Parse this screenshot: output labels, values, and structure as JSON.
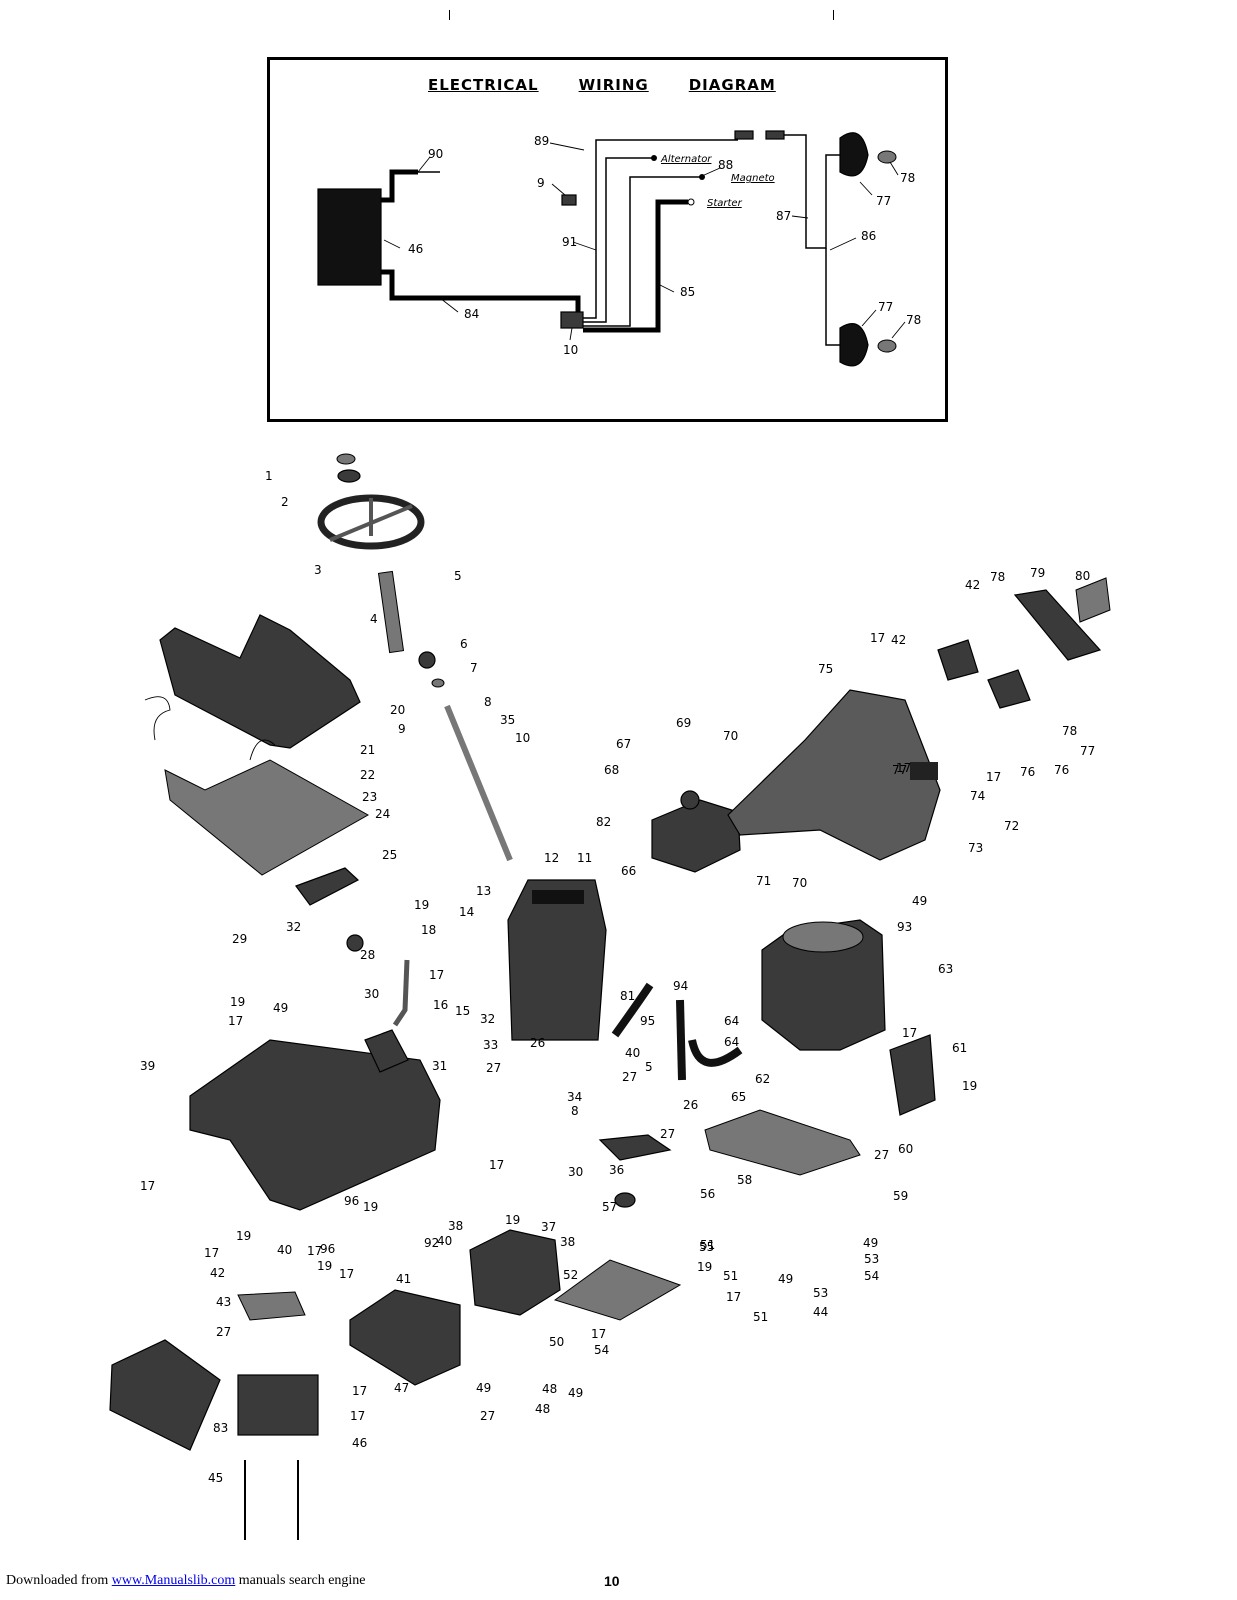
{
  "wiring": {
    "title_words": [
      "ELECTRICAL",
      "WIRING",
      "DIAGRAM"
    ],
    "terminal_labels": {
      "alternator": "Alternator",
      "magneto": "Magneto",
      "starter": "Starter"
    },
    "callouts": [
      "90",
      "46",
      "84",
      "89",
      "9",
      "91",
      "10",
      "88",
      "85",
      "87",
      "86",
      "77",
      "78",
      "77",
      "78"
    ]
  },
  "exploded_view": {
    "callouts": [
      "1",
      "2",
      "3",
      "4",
      "5",
      "6",
      "7",
      "8",
      "9",
      "10",
      "35",
      "20",
      "21",
      "22",
      "23",
      "24",
      "25",
      "69",
      "70",
      "67",
      "68",
      "82",
      "66",
      "71",
      "75",
      "74",
      "72",
      "73",
      "70",
      "49",
      "93",
      "17",
      "42",
      "78",
      "79",
      "80",
      "17",
      "76",
      "77",
      "42",
      "78",
      "77",
      "76",
      "17",
      "12",
      "11",
      "13",
      "14",
      "19",
      "18",
      "17",
      "16",
      "15",
      "28",
      "30",
      "31",
      "32",
      "49",
      "29",
      "19",
      "17",
      "39",
      "33",
      "26",
      "27",
      "32",
      "34",
      "8",
      "40",
      "27",
      "5",
      "81",
      "94",
      "95",
      "64",
      "64",
      "62",
      "63",
      "65",
      "61",
      "17",
      "19",
      "27",
      "26",
      "60",
      "58",
      "27",
      "59",
      "36",
      "57",
      "56",
      "55",
      "19",
      "17",
      "17",
      "19",
      "96",
      "92",
      "17",
      "40",
      "96",
      "19",
      "30",
      "37",
      "38",
      "38",
      "51",
      "19",
      "52",
      "17",
      "42",
      "43",
      "19",
      "17",
      "41",
      "40",
      "50",
      "51",
      "17",
      "51",
      "17",
      "54",
      "49",
      "53",
      "54",
      "49",
      "53",
      "44",
      "27",
      "47",
      "49",
      "48",
      "48",
      "49",
      "83",
      "46",
      "45",
      "17",
      "17",
      "27"
    ]
  },
  "footer": {
    "prefix": "Downloaded from ",
    "link": "www.Manualslib.com",
    "suffix": " manuals search engine",
    "page_number": "10"
  }
}
